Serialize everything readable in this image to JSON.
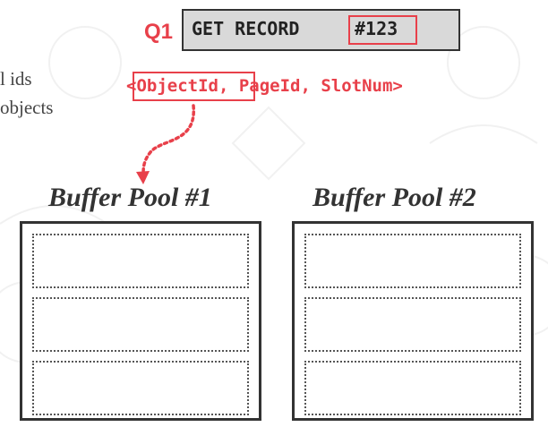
{
  "side_text": {
    "line1": "l ids",
    "line2": "objects"
  },
  "query": {
    "label": "Q1",
    "command": "GET RECORD",
    "record_id": "#123"
  },
  "tuple": {
    "open": "<",
    "object_id": "ObjectId",
    "rest": ", PageId, SlotNum>"
  },
  "buffer_pools": [
    {
      "title": "Buffer Pool #1",
      "frames": 3
    },
    {
      "title": "Buffer Pool #2",
      "frames": 3
    }
  ],
  "colors": {
    "accent": "#e8404a",
    "text": "#333333",
    "query_box": "#d9d9d9"
  }
}
